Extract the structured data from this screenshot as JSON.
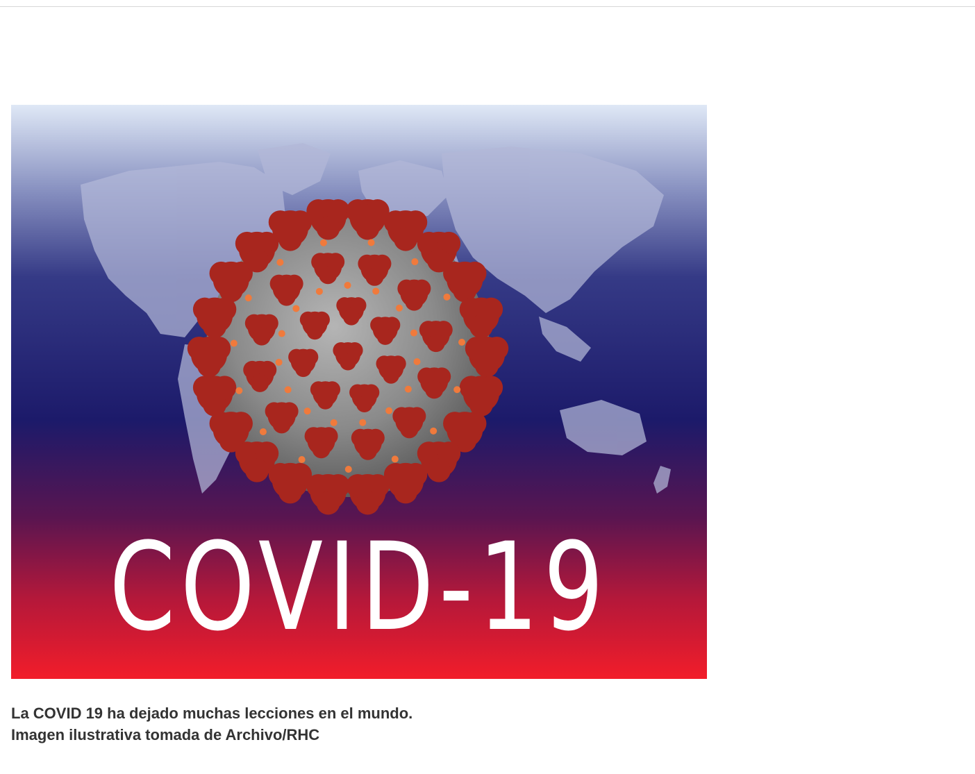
{
  "figure": {
    "banner_text": "COVID-19",
    "colors": {
      "sky_top": "#ffffff",
      "navy": "#1c1a6a",
      "red": "#f21d2a",
      "map": "#b3b8d8",
      "virus_core": "#8a8a8a",
      "virus_spike": "#a8261e",
      "spike_dot": "#f07a3c",
      "text": "#ffffff"
    }
  },
  "caption": {
    "line1": "La COVID 19 ha dejado muchas lecciones en el mundo.",
    "line2": "Imagen ilustrativa tomada de Archivo/RHC"
  }
}
